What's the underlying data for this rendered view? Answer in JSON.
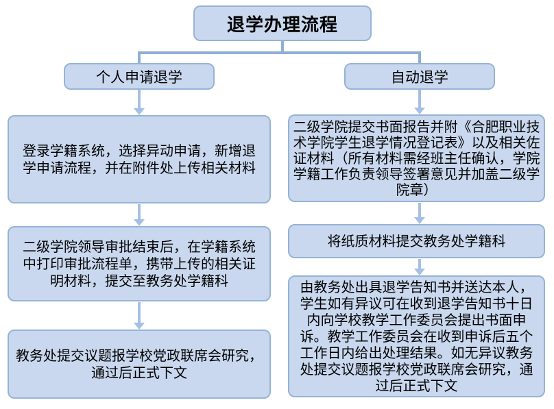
{
  "title": "退学办理流程",
  "branches": {
    "left": {
      "header": "个人申请退学",
      "steps": [
        "登录学籍系统，选择异动申请，新增退学申请流程，并在附件处上传相关材料",
        "二级学院领导审批结束后，在学籍系统中打印审批流程单，携带上传的相关证明材料，提交至教务处学籍科",
        "教务处提交议题报学校党政联席会研究，通过后正式下文"
      ]
    },
    "right": {
      "header": "自动退学",
      "steps": [
        "二级学院提交书面报告并附《合肥职业技术学院学生退学情况登记表》以及相关佐证材料（所有材料需经班主任确认，学院学籍工作负责领导签署意见并加盖二级学院章）",
        "将纸质材料提交教务处学籍科",
        "由教务处出具退学告知书并送达本人，学生如有异议可在收到退学告知书十日内向学校教学工作委员会提出书面申诉。教学工作委员会在收到申诉后五个工作日内给出处理结果。如无异议教务处提交议题报学校党政联席会研究，通过后正式下文"
      ]
    }
  },
  "colors": {
    "box_fill": "#C9D8EE",
    "box_border": "#95B3D7",
    "connector_line": "#8FAFD4",
    "arrow": "#A5C0E4",
    "text": "#000000",
    "background": "#FFFFFF"
  }
}
